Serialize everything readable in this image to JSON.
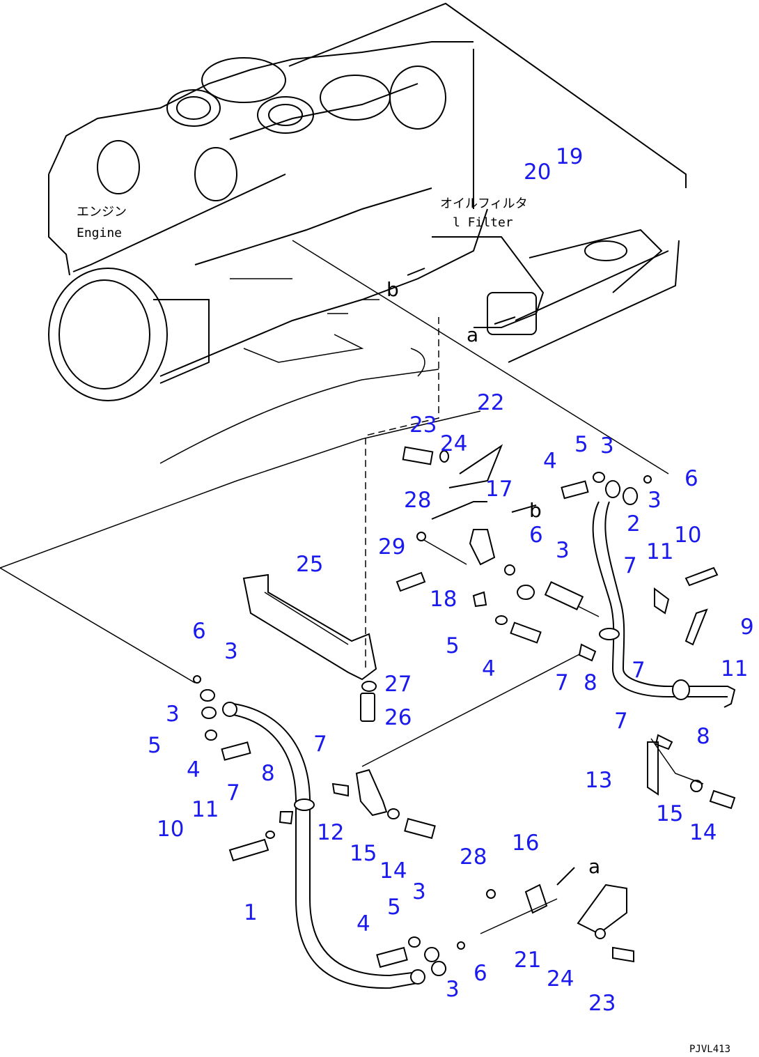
{
  "annotations": {
    "engine_jp": "エンジン",
    "engine_en": "Engine",
    "oil_filter_jp": "オイルフィルタ",
    "oil_filter_en": "l Filter",
    "ref_a": "a",
    "ref_b": "b",
    "drawing_code": "PJVL413"
  },
  "callouts": [
    {
      "id": "c20",
      "label": "20"
    },
    {
      "id": "c19",
      "label": "19"
    },
    {
      "id": "c22",
      "label": "22"
    },
    {
      "id": "c23a",
      "label": "23"
    },
    {
      "id": "c24a",
      "label": "24"
    },
    {
      "id": "c17",
      "label": "17"
    },
    {
      "id": "c28a",
      "label": "28"
    },
    {
      "id": "c29",
      "label": "29"
    },
    {
      "id": "c18",
      "label": "18"
    },
    {
      "id": "c6a",
      "label": "6"
    },
    {
      "id": "c25",
      "label": "25"
    },
    {
      "id": "c27",
      "label": "27"
    },
    {
      "id": "c26",
      "label": "26"
    },
    {
      "id": "c4a",
      "label": "4"
    },
    {
      "id": "c5a",
      "label": "5"
    },
    {
      "id": "c3a",
      "label": "3"
    },
    {
      "id": "c6b",
      "label": "6"
    },
    {
      "id": "c3b",
      "label": "3"
    },
    {
      "id": "c2",
      "label": "2"
    },
    {
      "id": "c11a",
      "label": "11"
    },
    {
      "id": "c10a",
      "label": "10"
    },
    {
      "id": "c7a",
      "label": "7"
    },
    {
      "id": "c3c",
      "label": "3"
    },
    {
      "id": "c5b",
      "label": "5"
    },
    {
      "id": "c4b",
      "label": "4"
    },
    {
      "id": "c7b",
      "label": "7"
    },
    {
      "id": "c8a",
      "label": "8"
    },
    {
      "id": "c9",
      "label": "9"
    },
    {
      "id": "c11b",
      "label": "11"
    },
    {
      "id": "c7c",
      "label": "7"
    },
    {
      "id": "c8b",
      "label": "8"
    },
    {
      "id": "c7d",
      "label": "7"
    },
    {
      "id": "c13",
      "label": "13"
    },
    {
      "id": "c15a",
      "label": "15"
    },
    {
      "id": "c14a",
      "label": "14"
    },
    {
      "id": "c6c",
      "label": "6"
    },
    {
      "id": "c3d",
      "label": "3"
    },
    {
      "id": "c3e",
      "label": "3"
    },
    {
      "id": "c5c",
      "label": "5"
    },
    {
      "id": "c4c",
      "label": "4"
    },
    {
      "id": "c8c",
      "label": "8"
    },
    {
      "id": "c7e",
      "label": "7"
    },
    {
      "id": "c11c",
      "label": "11"
    },
    {
      "id": "c10b",
      "label": "10"
    },
    {
      "id": "c7f",
      "label": "7"
    },
    {
      "id": "c12",
      "label": "12"
    },
    {
      "id": "c15b",
      "label": "15"
    },
    {
      "id": "c14b",
      "label": "14"
    },
    {
      "id": "c1",
      "label": "1"
    },
    {
      "id": "c3f",
      "label": "3"
    },
    {
      "id": "c5d",
      "label": "5"
    },
    {
      "id": "c4d",
      "label": "4"
    },
    {
      "id": "c3g",
      "label": "3"
    },
    {
      "id": "c6d",
      "label": "6"
    },
    {
      "id": "c28b",
      "label": "28"
    },
    {
      "id": "c16",
      "label": "16"
    },
    {
      "id": "c21",
      "label": "21"
    },
    {
      "id": "c24b",
      "label": "24"
    },
    {
      "id": "c23b",
      "label": "23"
    }
  ],
  "colors": {
    "callout": "#1a1aee",
    "line": "#000000",
    "background": "#ffffff"
  }
}
